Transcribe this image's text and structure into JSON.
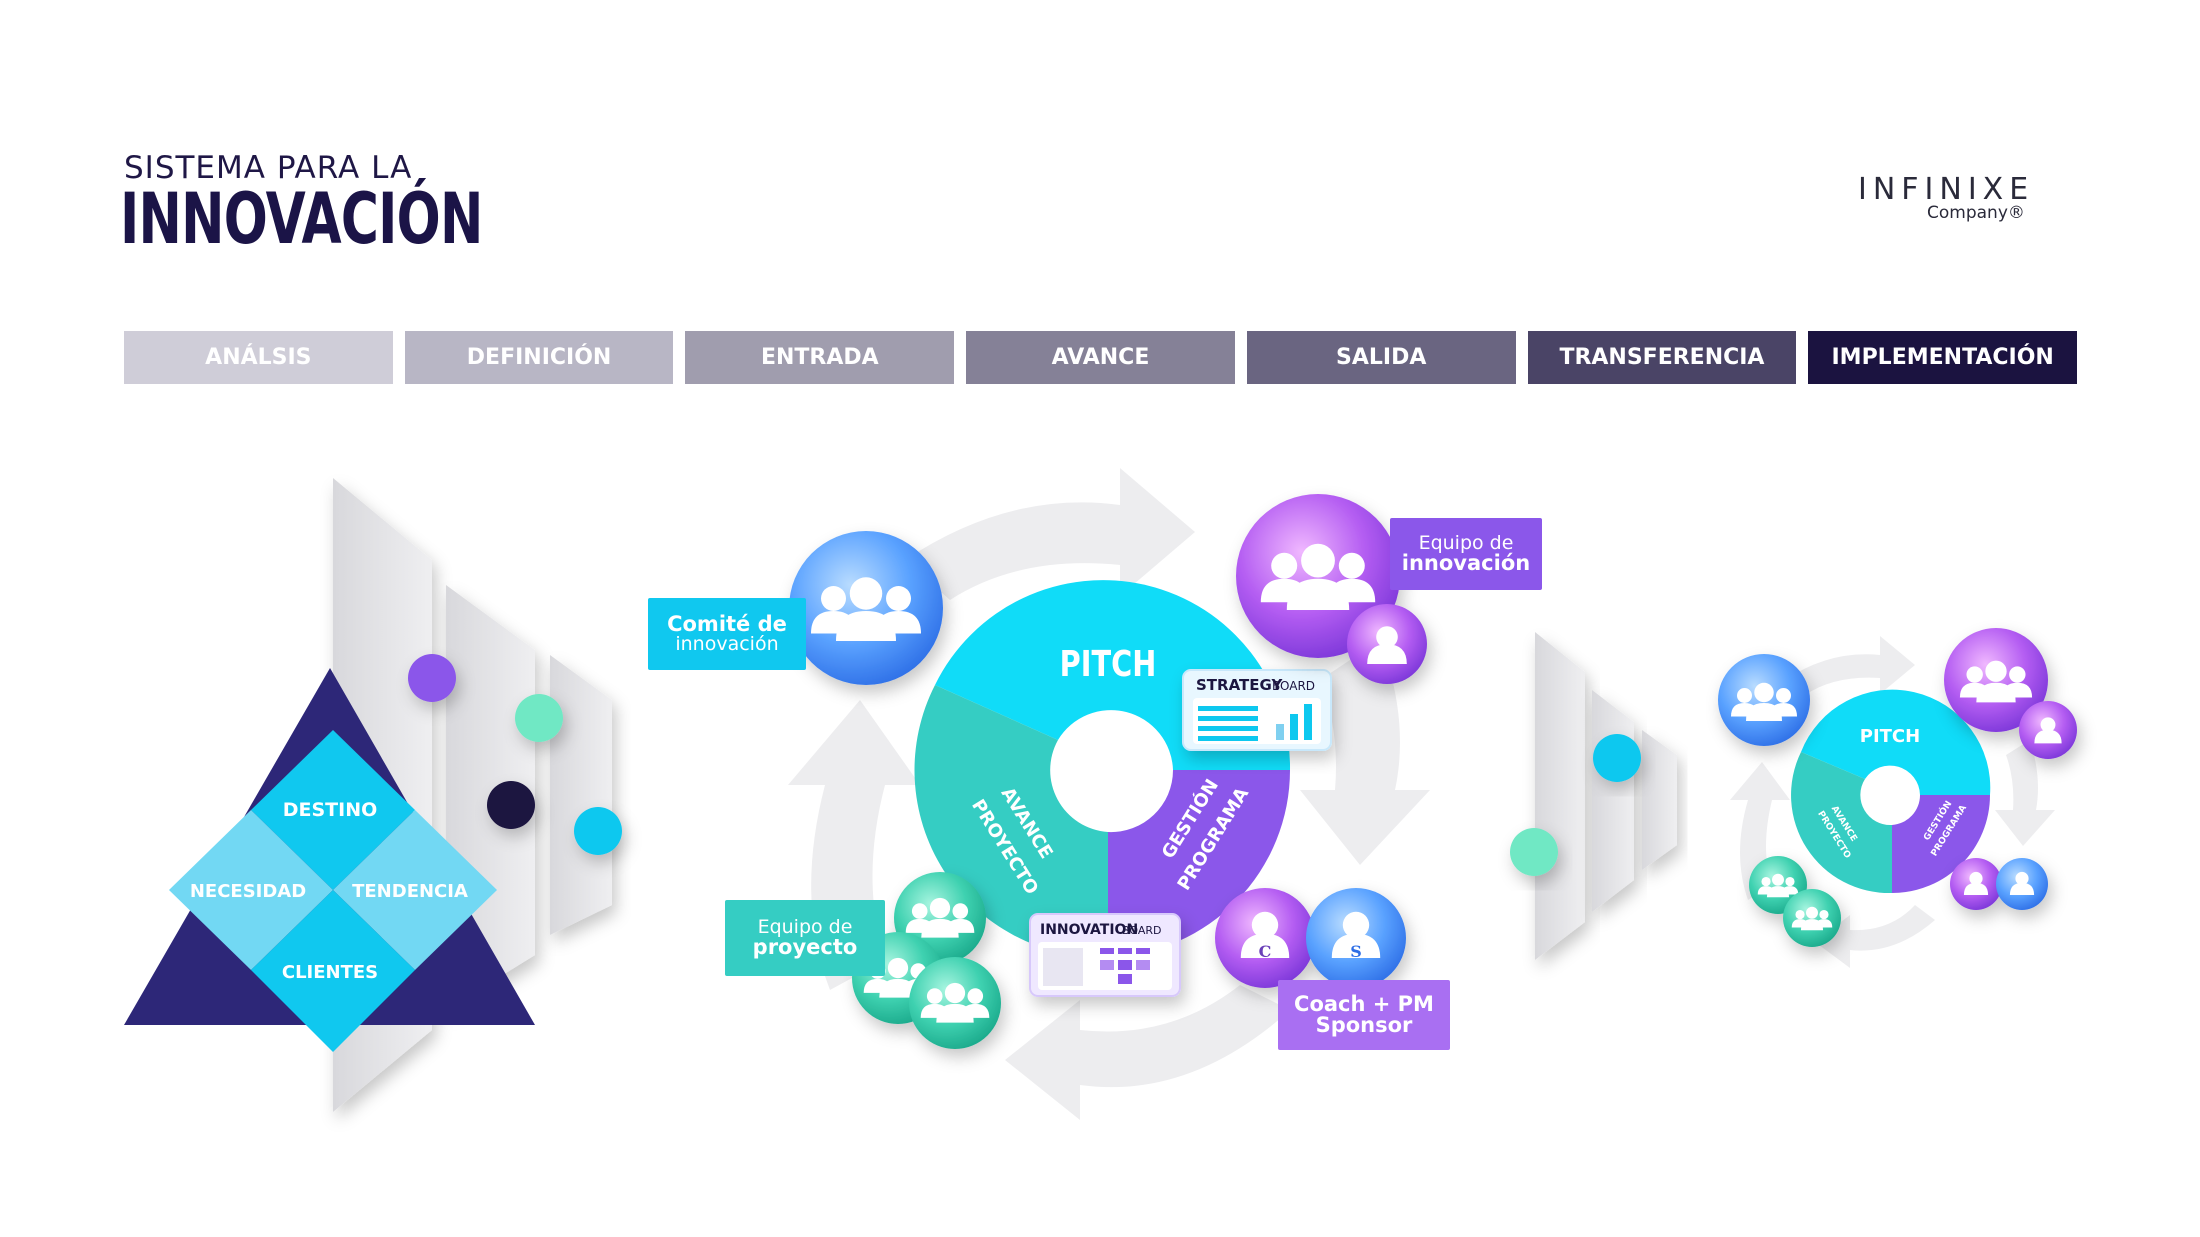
{
  "header": {
    "title_small": "SISTEMA PARA LA",
    "title_big": "INNOVACIÓN",
    "brand_name": "INFINIXE",
    "brand_sub": "Company®"
  },
  "phases": [
    {
      "label": "ANÁLSIS",
      "color": "#cfcdd8"
    },
    {
      "label": "DEFINICIÓN",
      "color": "#b8b6c5"
    },
    {
      "label": "ENTRADA",
      "color": "#a09dae"
    },
    {
      "label": "AVANCE",
      "color": "#858197"
    },
    {
      "label": "SALIDA",
      "color": "#6a6581"
    },
    {
      "label": "TRANSFERENCIA",
      "color": "#4a4466"
    },
    {
      "label": "IMPLEMENTACIÓN",
      "color": "#1b1340"
    }
  ],
  "pyramid": {
    "top": "DESTINO",
    "left": "NECESIDAD",
    "right": "TENDENCIA",
    "bottom": "CLIENTES"
  },
  "cycle": {
    "pitch": "PITCH",
    "avance_proyecto": [
      "AVANCE",
      "PROYECTO"
    ],
    "gestion_programa": [
      "GESTIÓN",
      "PROGRAMA"
    ]
  },
  "boards": {
    "strategy_bold": "STRATEGY",
    "strategy_rest": "BOARD",
    "innovation_bold": "INNOVATION",
    "innovation_rest": "BOARD"
  },
  "labels": {
    "comite_l1": "Comité de",
    "comite_l2": "innovación",
    "equipo_innov_l1": "Equipo de",
    "equipo_innov_l2": "innovación",
    "equipo_proy_l1": "Equipo de",
    "equipo_proy_l2": "proyecto",
    "coach_l1": "Coach + PM",
    "coach_l2": "Sponsor"
  },
  "avatars": {
    "coach_letter": "C",
    "sponsor_letter": "S"
  },
  "colors": {
    "cyan": "#10c8ef",
    "teal": "#35cdc3",
    "purple": "#8b57ea",
    "navy": "#2d2778",
    "dark": "#1b1340",
    "mint": "#6fe8c4"
  }
}
